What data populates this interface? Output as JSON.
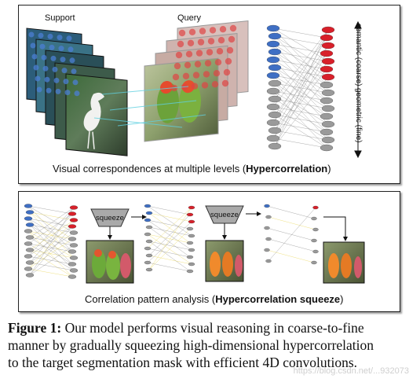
{
  "top_panel": {
    "support_label": "Support",
    "query_label": "Query",
    "semantic_label": "semantic (coarse)",
    "geometric_label": "geometric (fine)",
    "caption_text": "Visual correspondences at multiple levels (",
    "caption_bold": "Hypercorrelation",
    "caption_close": ")"
  },
  "bottom_panel": {
    "squeeze_labels": [
      "squeeze",
      "squeeze"
    ],
    "caption_text": "Correlation pattern analysis (",
    "caption_bold": "Hypercorrelation squeeze",
    "caption_close": ")"
  },
  "figure_caption": {
    "bold": "Figure 1:",
    "line1": " Our model performs visual reasoning in coarse-to-fine",
    "line2": "manner by gradually squeezing high-dimensional hypercorrelation",
    "line3": "to the target segmentation mask with efficient 4D convolutions."
  },
  "watermark": "https://blog.csdn.net/...932073",
  "colors": {
    "blue_node": "#3f6fc4",
    "red_node": "#d8202a",
    "gray_node": "#9a9a9a",
    "yellow_edge": "#e8d44d",
    "squeeze_fill": "#a9a9a9"
  },
  "icons": [
    "support-image-stack",
    "query-image-stack",
    "correlation-graph",
    "squeeze-trapezoid",
    "parrot-thumbnail",
    "arrow-icon"
  ]
}
